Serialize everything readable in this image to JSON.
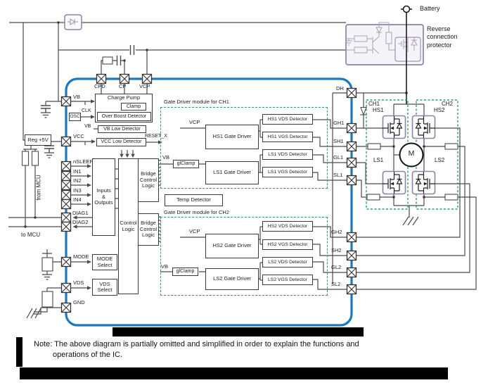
{
  "colors": {
    "ic_border_blue": "#1b79c0",
    "module_green": "#2aa45c",
    "component_purple": "#8d81a5",
    "wire_gray": "#4a4a4a"
  },
  "top": {
    "battery_label": "Battery",
    "reverse_protector_label": "Reverse\nconnection\nprotector"
  },
  "pins": {
    "cpd": "CPD",
    "cp": "CP",
    "vcp": "VCP",
    "vb": "VB",
    "vcc": "VCC",
    "nsleep": "nSLEEP",
    "in1": "IN1",
    "in2": "IN2",
    "in3": "IN3",
    "in4": "IN4",
    "diag1": "DIAG1",
    "diag2": "DIAG2",
    "mode": "MODE",
    "vds": "VDS",
    "gnd": "GND",
    "dh": "DH",
    "gh1": "GH1",
    "sh1": "SH1",
    "gl1": "GL1",
    "sl1": "SL1",
    "gh2": "GH2",
    "sh2": "SH2",
    "gl2": "GL2",
    "sl2": "SL2"
  },
  "left": {
    "osc": "OSC",
    "clk": "CLK",
    "reg5v": "Reg +5V",
    "from_mcu": "from MCU",
    "to_mcu": "to MCU"
  },
  "core": {
    "charge_pump": "Charge Pump",
    "clamp": "Clamp",
    "over_boost": "Over Boost Detector",
    "vb_low": "VB Low Detector",
    "vb_low_input": "VB",
    "vcc_low": "VCC Low Detector",
    "reset_x": "RESET_X",
    "inputs_outputs": "Inputs\n&\nOutputs",
    "control_logic": "Control\nLogic",
    "bridge_control_logic": "Bridge\nControl\nLogic",
    "temp_detector": "Temp Detector",
    "mode_select": "MODE\nSelect",
    "vds_select": "VDS\nSelect"
  },
  "modules": {
    "ch1": {
      "title": "Gate Driver module for CH1",
      "vcp": "VCP",
      "vb": "VB",
      "glclamp": "glClamp",
      "hs_driver": "HS1 Gate Driver",
      "ls_driver": "LS1 Gate Driver",
      "detectors": [
        "HS1 VDS Detector",
        "HS1 VGS Detector",
        "LS1 VDS Detector",
        "LS1 VGS Detector"
      ]
    },
    "ch2": {
      "title": "Gate Driver module for CH2",
      "vcp": "VCP",
      "vb": "VB",
      "glclamp": "glClamp",
      "hs_driver": "HS2 Gate Driver",
      "ls_driver": "LS2 Gate Driver",
      "detectors": [
        "HS2 VDS Detector",
        "HS2 VGS Detector",
        "LS2 VDS Detector",
        "LS2 VGS Detector"
      ]
    }
  },
  "bridge": {
    "ch1": "CH1",
    "hs1": "HS1",
    "ch2": "CH2",
    "hs2": "HS2",
    "ls1": "LS1",
    "ls2": "LS2",
    "motor": "M"
  },
  "note": {
    "line1": "Note: The above diagram is partially omitted and simplified in order to explain the functions and",
    "line2": "operations of the IC."
  }
}
